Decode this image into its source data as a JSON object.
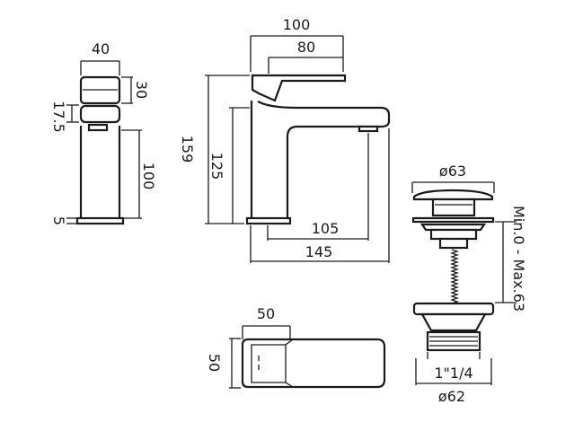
{
  "dimensions": {
    "side_width": "40",
    "side_handle_height": "30",
    "side_gap": "17.5",
    "side_body_height": "100",
    "side_base": "5",
    "front_total_width": "100",
    "front_handle_width": "80",
    "front_total_height": "159",
    "front_spout_height": "125",
    "front_reach": "105",
    "front_base_width": "145",
    "waste_top_diameter": "ø63",
    "waste_adjust": "Min.0 - Max.63",
    "waste_thread": "1\"1/4",
    "waste_bottom_diameter": "ø62",
    "plan_width": "50",
    "plan_depth": "50"
  }
}
